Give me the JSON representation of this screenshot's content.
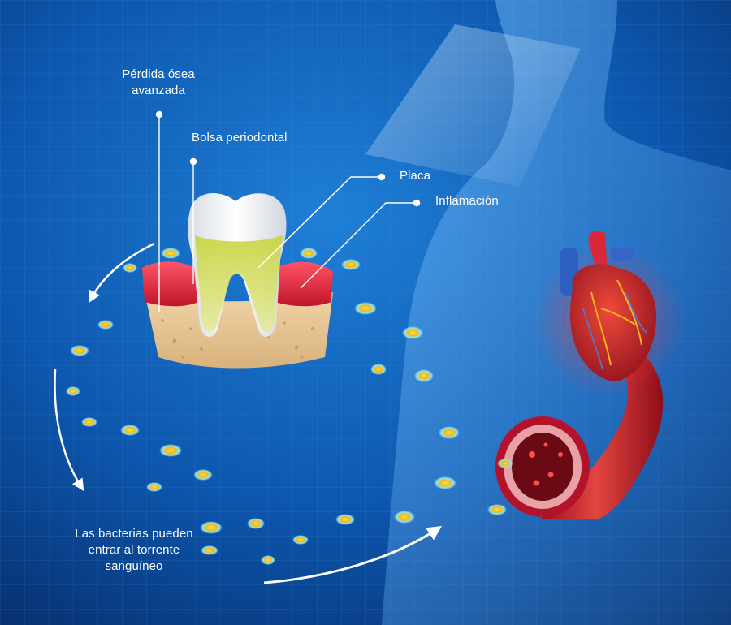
{
  "labels": {
    "perdida_osea": [
      "Pérdida ósea",
      "avanzada"
    ],
    "bolsa_periodontal": "Bolsa periodontal",
    "placa": "Placa",
    "inflamacion": "Inflamación",
    "bacterias": [
      "Las bacterias pueden",
      "entrar al torrente",
      "sanguíneo"
    ]
  },
  "colors": {
    "background_deep": "#072f6e",
    "background_light": "#1f7fd6",
    "grid": "#4fa3ff",
    "gum": "#e8233a",
    "enamel": "#f4f6f8",
    "plaque": "#c9d43a",
    "bone": "#e8c89a",
    "heart": "#c8182b",
    "bacteria_core": "#f2c21b",
    "bacteria_glow": "#8fe3f0",
    "label_text": "#ffffff"
  }
}
